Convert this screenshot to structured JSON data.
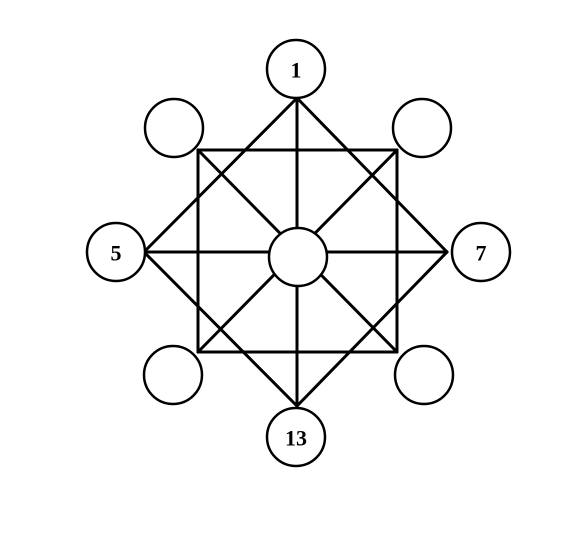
{
  "diagram": {
    "nodes": [
      {
        "id": "top",
        "label": "1"
      },
      {
        "id": "top-right",
        "label": ""
      },
      {
        "id": "right",
        "label": "7"
      },
      {
        "id": "bottom-right",
        "label": ""
      },
      {
        "id": "bottom",
        "label": "13"
      },
      {
        "id": "bottom-left",
        "label": ""
      },
      {
        "id": "left",
        "label": "5"
      },
      {
        "id": "top-left",
        "label": ""
      },
      {
        "id": "center",
        "label": ""
      }
    ],
    "edges": [
      [
        "top",
        "right"
      ],
      [
        "right",
        "bottom"
      ],
      [
        "bottom",
        "left"
      ],
      [
        "left",
        "top"
      ],
      [
        "top-left",
        "top-right"
      ],
      [
        "top-right",
        "bottom-right"
      ],
      [
        "bottom-right",
        "bottom-left"
      ],
      [
        "bottom-left",
        "top-left"
      ],
      [
        "top",
        "bottom"
      ],
      [
        "left",
        "right"
      ],
      [
        "top-left",
        "bottom-right"
      ],
      [
        "top-right",
        "bottom-left"
      ]
    ],
    "colors": {
      "stroke": "#000000",
      "fill": "#ffffff"
    }
  }
}
